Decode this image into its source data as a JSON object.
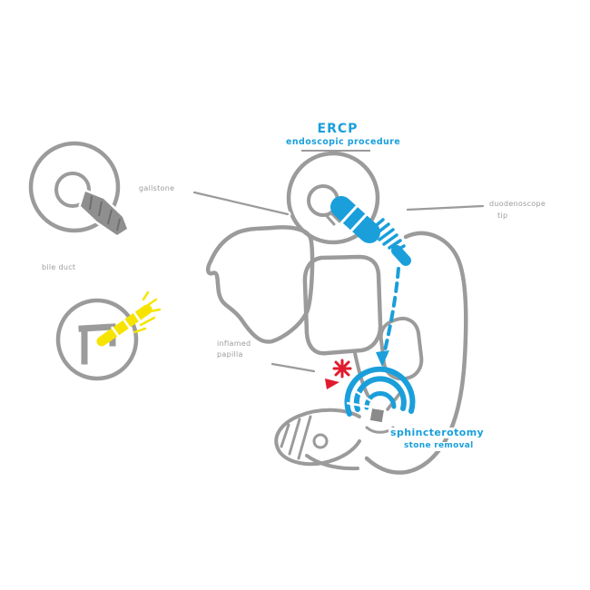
{
  "palette": {
    "gray": "#9b9b9b",
    "blue": "#1a9fdb",
    "red": "#e11b2e",
    "yellow": "#f6e400",
    "dark_gray": "#8a8a8a",
    "white": "#ffffff"
  },
  "title": {
    "line1": "ERCP",
    "line2": "endoscopic procedure"
  },
  "labels": {
    "stone_inset": "gallstone",
    "bile_duct": "bile duct",
    "papilla_line1": "inflamed",
    "papilla_line2": "papilla",
    "scope_line1": "duodenoscope",
    "scope_line2": "tip",
    "procedure_line1": "sphincterotomy",
    "procedure_line2": "stone removal"
  },
  "icons": {
    "stone_inset_icon": "magnifier-circle-with-stone",
    "sphincterotome_inset_icon": "magnifier-circle-with-yellow-cutter",
    "inflammation_icon": "red-asterisk-and-arrow",
    "papilla_icon": "blue-concentric-arcs",
    "scope_icon": "blue-segmented-endoscope",
    "guidewire_icon": "blue-dashed-arrow"
  }
}
